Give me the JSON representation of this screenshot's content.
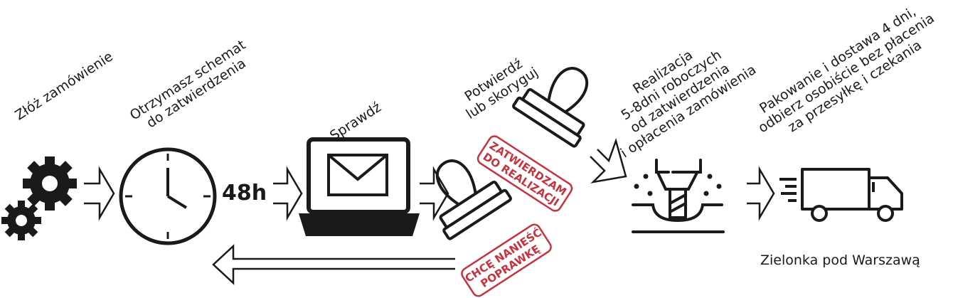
{
  "title": "Order process diagram",
  "steps": [
    {
      "id": "order",
      "lines": [
        "Złóż zamówienie"
      ],
      "icon": "gears-icon"
    },
    {
      "id": "schema",
      "lines": [
        "Otrzymasz schemat",
        "do zatwierdzenia"
      ],
      "icon": "clock-icon"
    },
    {
      "id": "check",
      "lines": [
        "Sprawdź"
      ],
      "icon": "laptop-mail-icon"
    },
    {
      "id": "confirm",
      "lines": [
        "Potwierdź",
        "lub skoryguj"
      ],
      "icon": "stamp-icon"
    },
    {
      "id": "production",
      "lines": [
        "Realizacja",
        "5-8dni roboczych",
        "od zatwierdzenia",
        "i opłacenia zamówienia"
      ],
      "icon": "cnc-mill-icon"
    },
    {
      "id": "delivery",
      "lines": [
        "Pakowanie i dostawa 4 dni,",
        "odbierz osobiście bez płacenia",
        "za przesyłkę i czekania"
      ],
      "icon": "truck-icon"
    }
  ],
  "turnaround": "48h",
  "stamps": {
    "approve": [
      "ZATWIERDZAM",
      "DO REALIZACJI"
    ],
    "correct": [
      "CHCĘ NANIEŚĆ",
      "POPRAWKĘ"
    ]
  },
  "location": "Zielonka pod Warszawą",
  "colors": {
    "ink": "#1a1a1a",
    "stamp_red": "#c8323f"
  }
}
